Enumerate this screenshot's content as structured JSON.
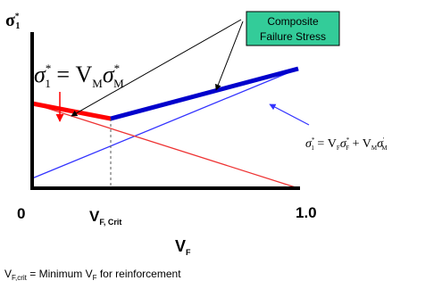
{
  "colors": {
    "axis": "#000000",
    "red": "#ff0000",
    "blue": "#0000cc",
    "thin_blue": "#3333ff",
    "thin_red": "#ee3333",
    "callout_fill": "#33cc99",
    "callout_border": "#000000"
  },
  "diagram": {
    "y_axis_label": {
      "base": "σ",
      "sub": "1",
      "sup": "*"
    },
    "origin_label": "0",
    "x_end_label": "1.0",
    "vf_crit_label": {
      "base": "V",
      "sub": "F, Crit"
    },
    "x_axis_title": {
      "base": "V",
      "sub": "F"
    },
    "callout": {
      "line1": "Composite",
      "line2": "Failure Stress"
    },
    "matrix_eq": {
      "lhs_sigma": "σ",
      "lhs_sub": "1",
      "lhs_sup": "*",
      "eq": " = V",
      "vm_sub": "M",
      "rhs_sigma": "σ",
      "rhs_sub": "M",
      "rhs_sup": "*"
    },
    "fiber_eq": {
      "lhs_sigma": "σ",
      "lhs_sub": "1",
      "lhs_sup": "*",
      "eq": " = V",
      "vf_sub": "F",
      "sf_sigma": "σ",
      "sf_sub": "F",
      "sf_sup": "*",
      "plus": " + V",
      "vm_sub": "M",
      "sm_sigma": "σ",
      "sm_sub": "M",
      "sm_sup": "'"
    },
    "footnote": {
      "v1": "V",
      "sub1": "F,crit",
      "mid": " = Minimum V",
      "sub2": "F",
      "tail": " for reinforcement"
    }
  }
}
